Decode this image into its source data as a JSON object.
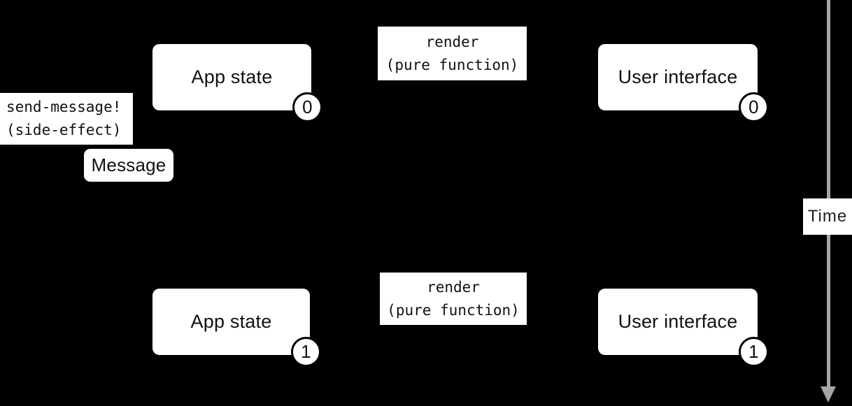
{
  "colors": {
    "background": "#000000",
    "box_fill": "#ffffff",
    "text": "#111111",
    "time_axis": "#a6a6a6"
  },
  "side_effect_note": {
    "line1": "send-message!",
    "line2": "(side-effect)"
  },
  "message": {
    "label": "Message"
  },
  "timeline": {
    "label": "Time"
  },
  "states": [
    {
      "app_state": {
        "label": "App state",
        "badge": "0"
      },
      "render": {
        "line1": "render",
        "line2": "(pure function)"
      },
      "user_interface": {
        "label": "User interface",
        "badge": "0"
      }
    },
    {
      "app_state": {
        "label": "App state",
        "badge": "1"
      },
      "render": {
        "line1": "render",
        "line2": "(pure function)"
      },
      "user_interface": {
        "label": "User interface",
        "badge": "1"
      }
    }
  ]
}
